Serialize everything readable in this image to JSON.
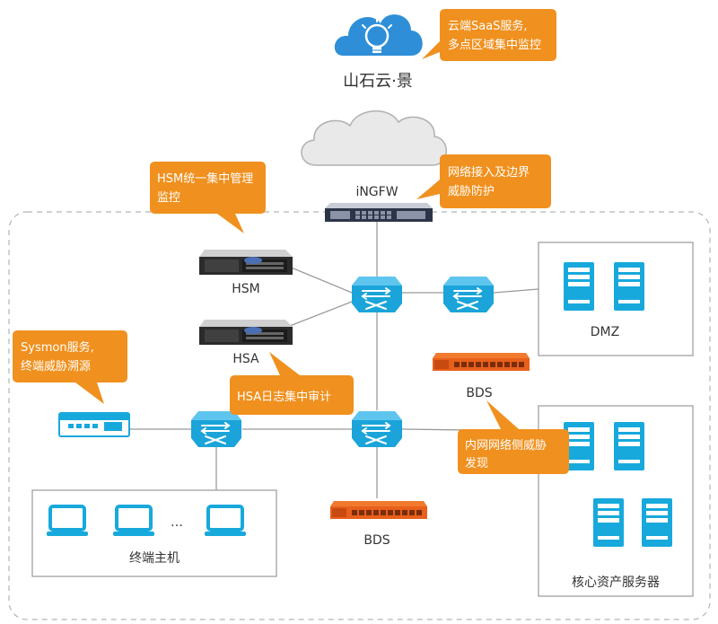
{
  "cloud_service": {
    "brand_label": "山石云·景",
    "callout_lines": [
      "云端SaaS服务,",
      "多点区域集中监控"
    ]
  },
  "firewall": {
    "label": "iNGFW",
    "callout_lines": [
      "网络接入及边界",
      "威胁防护"
    ]
  },
  "hsm": {
    "label": "HSM",
    "callout_lines": [
      "HSM统一集中管理",
      "监控"
    ]
  },
  "hsa": {
    "label": "HSA",
    "callout_lines": [
      "HSA日志集中审计"
    ]
  },
  "sysmon": {
    "callout_lines": [
      "Sysmon服务,",
      "终端威胁溯源"
    ]
  },
  "bds_top": {
    "label": "BDS"
  },
  "bds_bottom": {
    "label": "BDS"
  },
  "bds_callout": {
    "lines": [
      "内网网络侧威胁",
      "发现"
    ]
  },
  "dmz": {
    "label": "DMZ"
  },
  "core_servers": {
    "label": "核心资产服务器"
  },
  "terminals": {
    "label": "终端主机",
    "ellipsis": "…"
  },
  "colors": {
    "accent_orange": "#F0901E",
    "switch_blue": "#1AA4D9",
    "server_teal": "#18A9DC",
    "line_gray": "#9A9A9A",
    "cloud_blue": "#2E8FD8",
    "bds_orange": "#E8601C"
  }
}
